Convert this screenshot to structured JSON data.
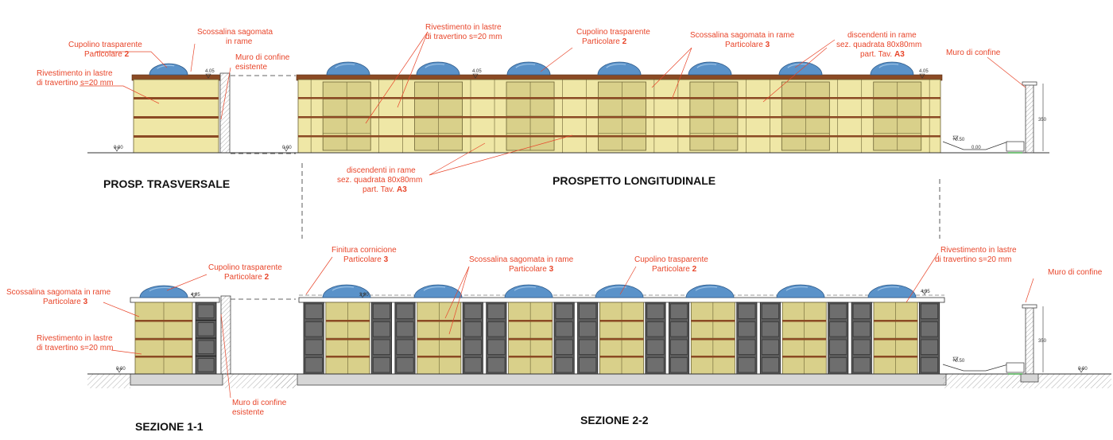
{
  "colors": {
    "annotation": "#e8452a",
    "cladding": "#efe7a6",
    "cladding_dark": "#d9d08a",
    "copper_coping": "#8b4a24",
    "dome": "#5a92c9",
    "niche_grey": "#5a5a5a",
    "ground_hatch": "#9a9a9a"
  },
  "titles": {
    "prosp_trasversale": "PROSP. TRASVERSALE",
    "prospetto_longitudinale": "PROSPETTO LONGITUDINALE",
    "sezione_1_1": "SEZIONE 1-1",
    "sezione_2_2": "SEZIONE 2-2"
  },
  "levels": {
    "zero": "0.00",
    "top": "4.05",
    "ground": "+0.50",
    "mid": "3.90",
    "height_350": "350"
  },
  "labels": {
    "pt_cupolino_1": "Cupolino trasparente",
    "pt_cupolino_2": "Particolare",
    "pt_cupolino_n": "2",
    "pt_scossalina_1": "Scossalina sagomata",
    "pt_scossalina_2": "in rame",
    "pt_muro_1": "Muro di confine",
    "pt_muro_2": "esistente",
    "pt_riv_1": "Rivestimento in lastre",
    "pt_riv_2": "di travertino s=20 mm",
    "pl_riv_1": "Rivestimento in lastre",
    "pl_riv_2": "di travertino s=20 mm",
    "pl_cupolino_1": "Cupolino trasparente",
    "pl_cupolino_2": "Particolare",
    "pl_cupolino_n": "2",
    "pl_scossalina_1": "Scossalina sagomata in rame",
    "pl_scossalina_2": "Particolare",
    "pl_scossalina_n": "3",
    "pl_disc_1": "discendenti in rame",
    "pl_disc_2": "sez. quadrata 80x80mm",
    "pl_disc_3": "part. Tav.",
    "pl_disc_n": "A3",
    "pl_muro": "Muro di confine",
    "pl_disc_b1": "discendenti in rame",
    "pl_disc_b2": "sez. quadrata 80x80mm",
    "pl_disc_b3": "part. Tav.",
    "pl_disc_bn": "A3",
    "s1_cupolino_1": "Cupolino trasparente",
    "s1_cupolino_2": "Particolare",
    "s1_cupolino_n": "2",
    "s1_scossalina_1": "Scossalina sagomata in rame",
    "s1_scossalina_2": "Particolare",
    "s1_scossalina_n": "3",
    "s1_riv_1": "Rivestimento in lastre",
    "s1_riv_2": "di travertino s=20 mm",
    "s1_muro_1": "Muro di confine",
    "s1_muro_2": "esistente",
    "s2_finitura_1": "Finitura cornicione",
    "s2_finitura_2": "Particolare",
    "s2_finitura_n": "3",
    "s2_scossalina_1": "Scossalina sagomata in rame",
    "s2_scossalina_2": "Particolare",
    "s2_scossalina_n": "3",
    "s2_cupolino_1": "Cupolino trasparente",
    "s2_cupolino_2": "Particolare",
    "s2_cupolino_n": "2",
    "s2_riv_1": "Rivestimento in lastre",
    "s2_riv_2": "di travertino s=20 mm",
    "s2_muro": "Muro di confine"
  }
}
